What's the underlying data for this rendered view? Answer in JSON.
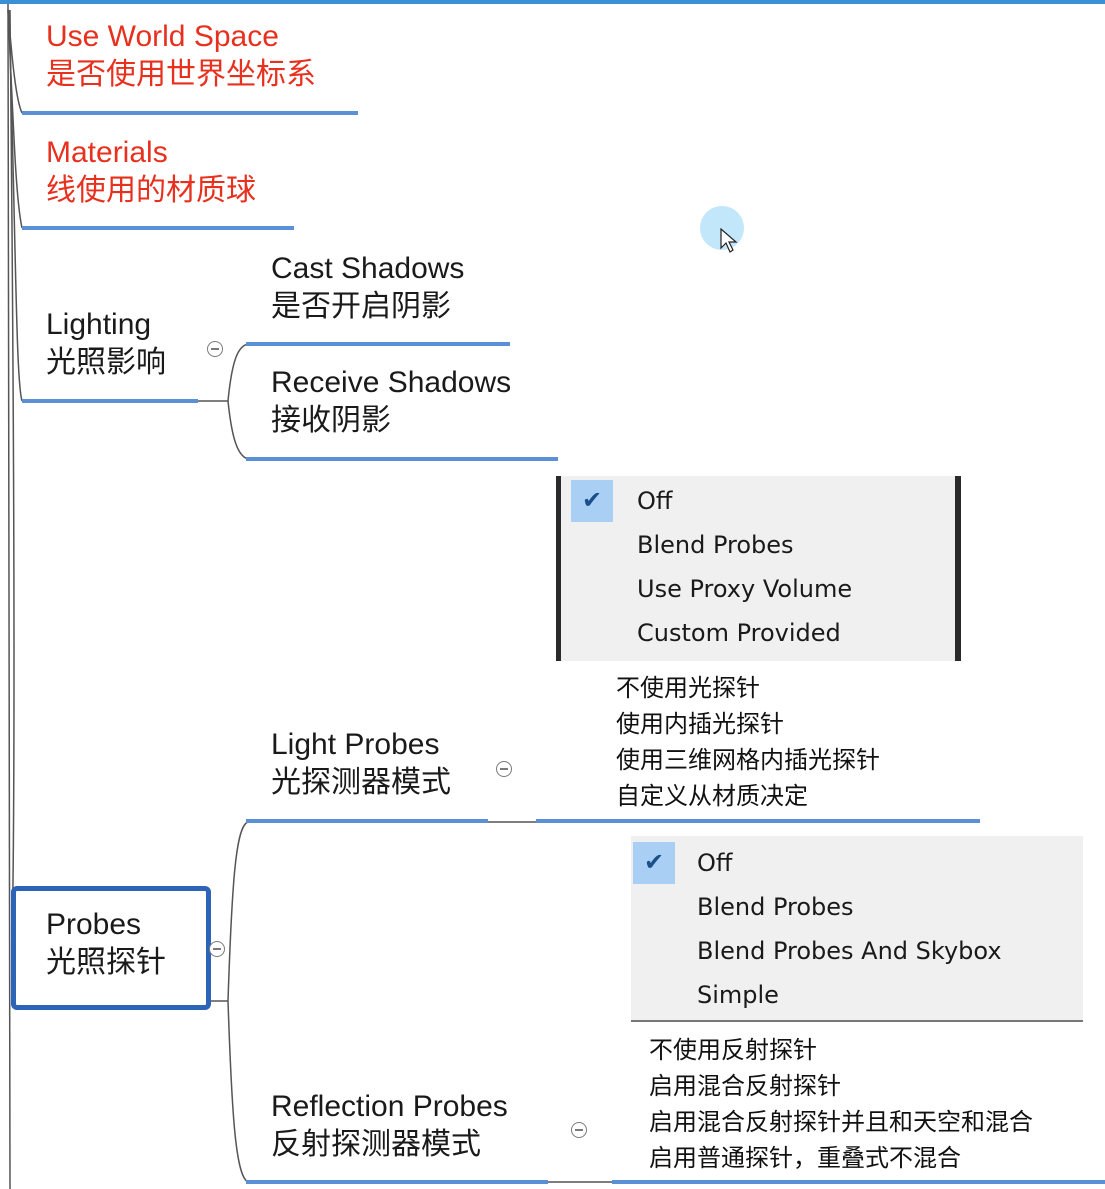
{
  "nodes": {
    "use_world_space": {
      "en": "Use World Space",
      "zh": "是否使用世界坐标系"
    },
    "materials": {
      "en": "Materials",
      "zh": "线使用的材质球"
    },
    "lighting": {
      "en": "Lighting",
      "zh": "光照影响"
    },
    "cast_shadows": {
      "en": "Cast Shadows",
      "zh": "是否开启阴影"
    },
    "receive_shadows": {
      "en": "Receive Shadows",
      "zh": "接收阴影"
    },
    "light_probes": {
      "en": "Light Probes",
      "zh": "光探测器模式"
    },
    "probes": {
      "en": "Probes",
      "zh": "光照探针"
    },
    "reflection_probes": {
      "en": "Reflection Probes",
      "zh": "反射探测器模式"
    }
  },
  "light_probe_menu": {
    "check_icon": "check-icon",
    "items": [
      "Off",
      "Blend Probes",
      "Use Proxy Volume",
      "Custom Provided"
    ],
    "selected": "Off"
  },
  "light_probe_notes": [
    "不使用光探针",
    "使用内插光探针",
    "使用三维网格内插光探针",
    "自定义从材质决定"
  ],
  "reflection_probe_menu": {
    "check_icon": "check-icon",
    "items": [
      "Off",
      "Blend Probes",
      "Blend Probes And Skybox",
      "Simple"
    ],
    "selected": "Off"
  },
  "reflection_probe_notes": [
    "不使用反射探针",
    "启用混合反射探针",
    "启用混合反射探针并且和天空和混合",
    "启用普通探针，重叠式不混合"
  ],
  "colors": {
    "accent": "#5b8fd6",
    "red_text": "#e8301e",
    "selection": "#2e64b8",
    "check_bg": "#a9cff4"
  }
}
